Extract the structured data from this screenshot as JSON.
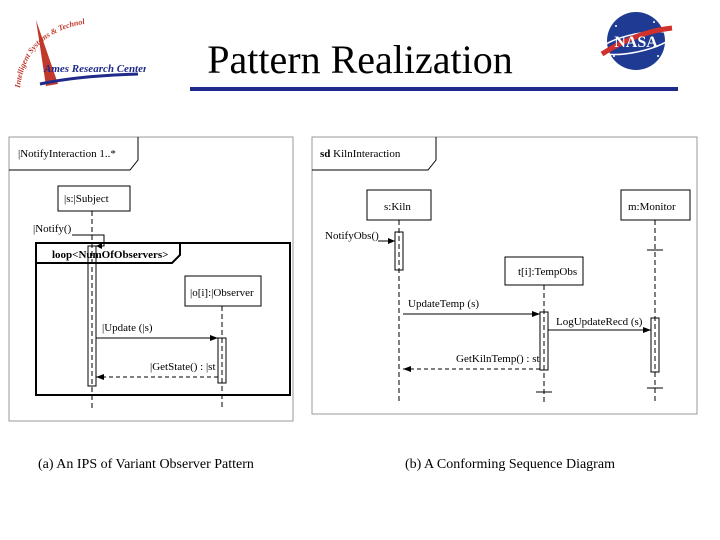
{
  "header": {
    "title": "Pattern Realization",
    "ames_logo_text": "Ames Research Center",
    "ames_logo_arc_text": "Intelligent Systems & Technology",
    "nasa_logo_text": "NASA",
    "accent_color": "#1f2a8a"
  },
  "diagram_a": {
    "frame_label": "|NotifyInteraction 1..*",
    "subject": "|s:|Subject",
    "notify_msg": "|Notify()",
    "loop_label": "loop<NumOfObservers>",
    "observer": "|o[i]:|Observer",
    "update_msg": "|Update (|s)",
    "getstate_msg": "|GetState() : |st",
    "caption": "(a) An IPS of Variant Observer Pattern"
  },
  "diagram_b": {
    "frame_keyword": "sd",
    "frame_name": "KilnInteraction",
    "kiln": "s:Kiln",
    "monitor": "m:Monitor",
    "notify_msg": "NotifyObs()",
    "tempobs": "t[i]:TempObs",
    "update_msg": "UpdateTemp (s)",
    "log_msg": "LogUpdateRecd (s)",
    "gettemp_msg": "GetKilnTemp() : st",
    "caption": "(b) A Conforming Sequence Diagram"
  }
}
